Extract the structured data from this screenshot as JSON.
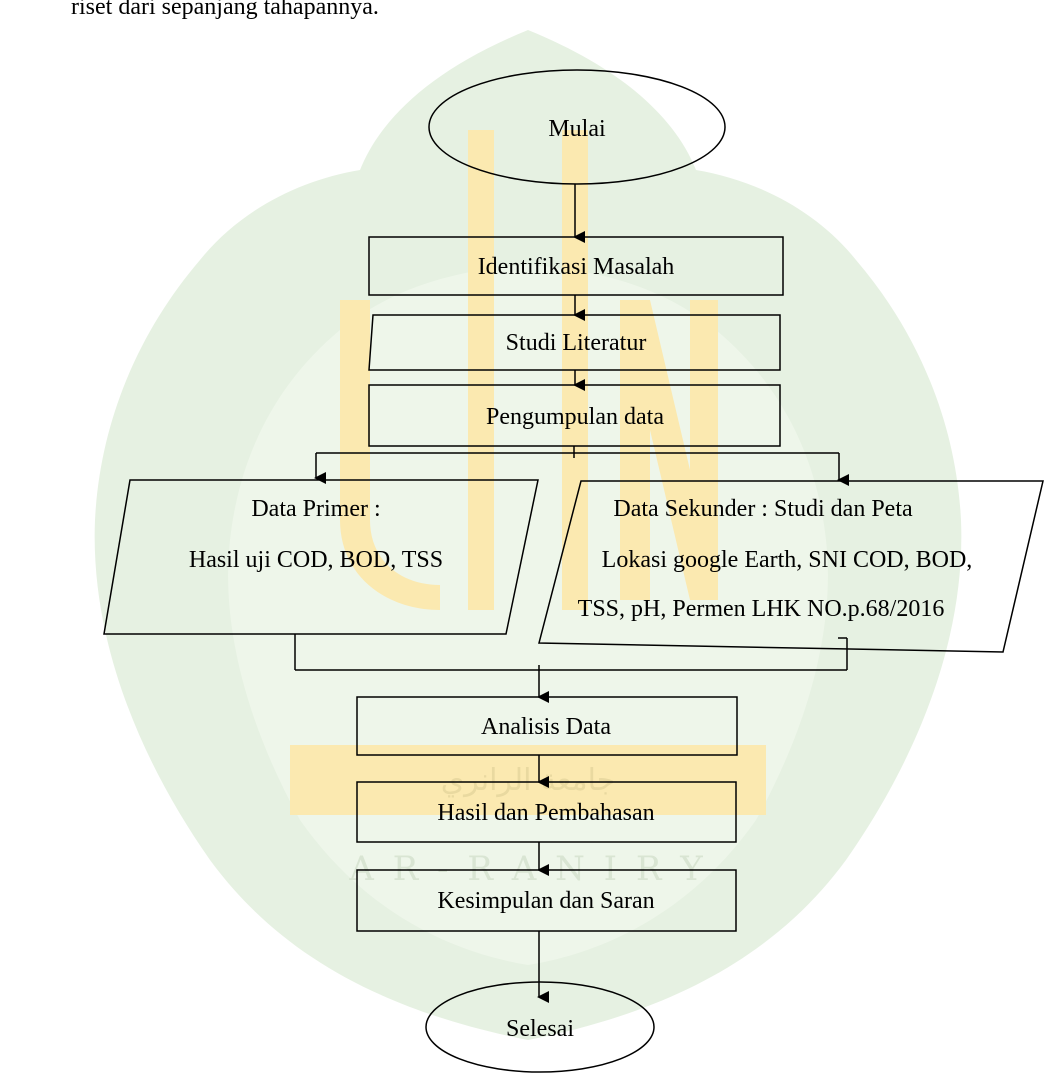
{
  "page": {
    "intro_fragment": "riset dari sepanjang tahapannya."
  },
  "watermark": {
    "arabic": "جامعة الرانري",
    "latin": "A R - R A N I R Y",
    "color_green": "#e6f1e2",
    "color_yellow": "#fbe9b0"
  },
  "flowchart": {
    "start": "Mulai",
    "step1": "Identifikasi Masalah",
    "step2": "Studi Literatur",
    "step3": "Pengumpulan data",
    "primary": {
      "line1": "Data Primer :",
      "line2": "Hasil uji COD, BOD, TSS"
    },
    "secondary": {
      "line1": "Data Sekunder : Studi dan Peta",
      "line2": "Lokasi google Earth, SNI COD, BOD,",
      "line3": "TSS, pH, Permen LHK NO.p.68/2016"
    },
    "step4": "Analisis Data",
    "step5": "Hasil dan Pembahasan",
    "step6": "Kesimpulan dan Saran",
    "end": "Selesai"
  }
}
